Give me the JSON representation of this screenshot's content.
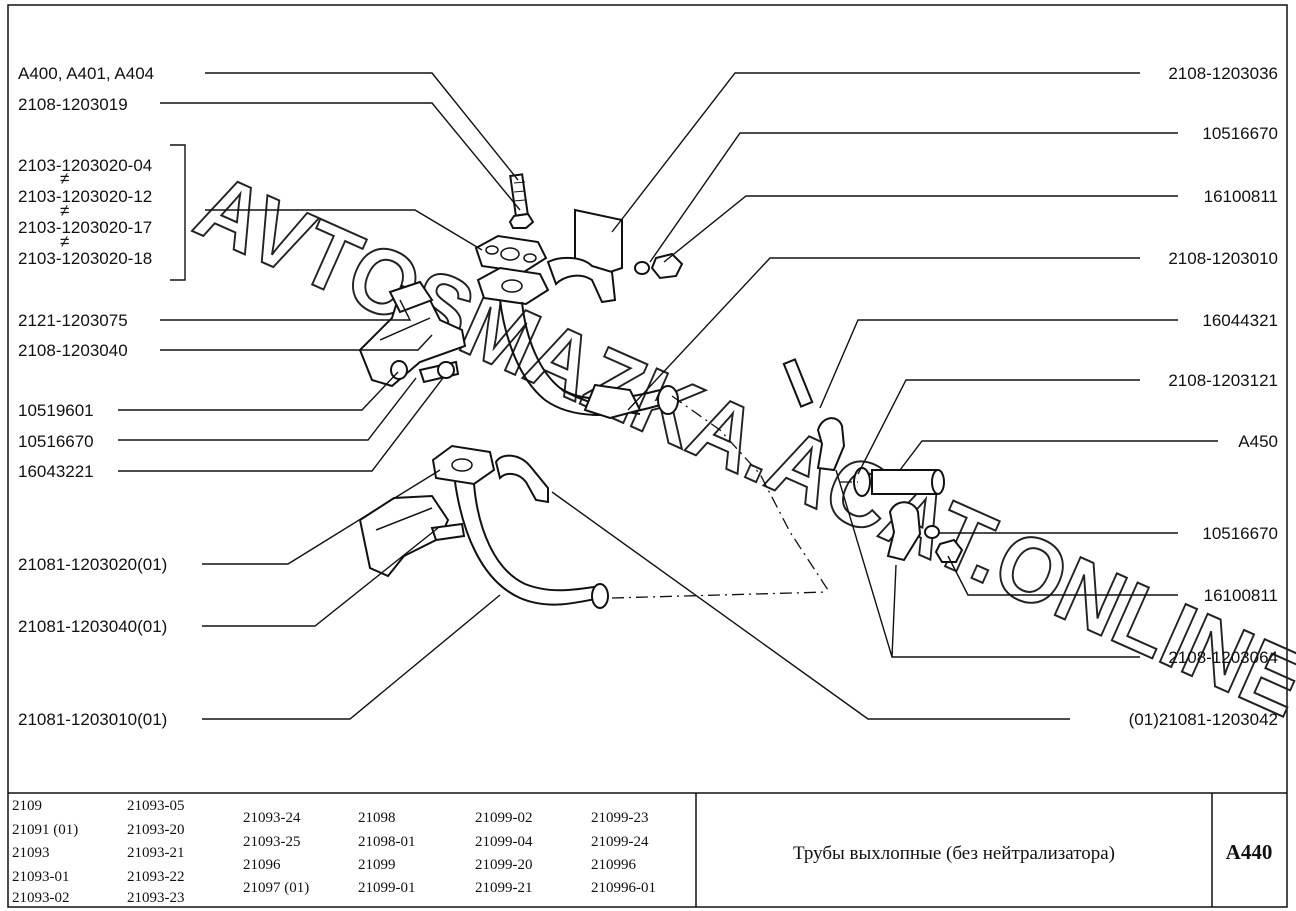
{
  "diagram": {
    "code": "A440",
    "title": "Трубы выхлопные (без нейтрализатора)",
    "watermark": "AVTOSMAZKA.ACAT.ONLINE",
    "labels_left": [
      "A400, A401, A404",
      "2108-1203019",
      "2103-1203020-04",
      "2103-1203020-12",
      "2103-1203020-17",
      "2103-1203020-18",
      "2121-1203075",
      "2108-1203040",
      "10519601",
      "10516670",
      "16043221",
      "21081-1203020(01)",
      "21081-1203040(01)",
      "21081-1203010(01)"
    ],
    "labels_right": [
      "2108-1203036",
      "10516670",
      "16100811",
      "2108-1203010",
      "16044321",
      "2108-1203121",
      "A450",
      "10516670",
      "16100811",
      "2108-1203064",
      "(01)21081-1203042"
    ],
    "neq_sign": "≠",
    "models": [
      [
        "2109",
        "21091 (01)",
        "21093",
        "21093-01",
        "21093-02"
      ],
      [
        "21093-05",
        "21093-20",
        "21093-21",
        "21093-22",
        "21093-23"
      ],
      [
        "21093-24",
        "21093-25",
        "21096",
        "21097 (01)"
      ],
      [
        "21098",
        "21098-01",
        "21099",
        "21099-01"
      ],
      [
        "21099-02",
        "21099-04",
        "21099-20",
        "21099-21"
      ],
      [
        "21099-23",
        "21099-24",
        "210996",
        "210996-01"
      ]
    ]
  }
}
